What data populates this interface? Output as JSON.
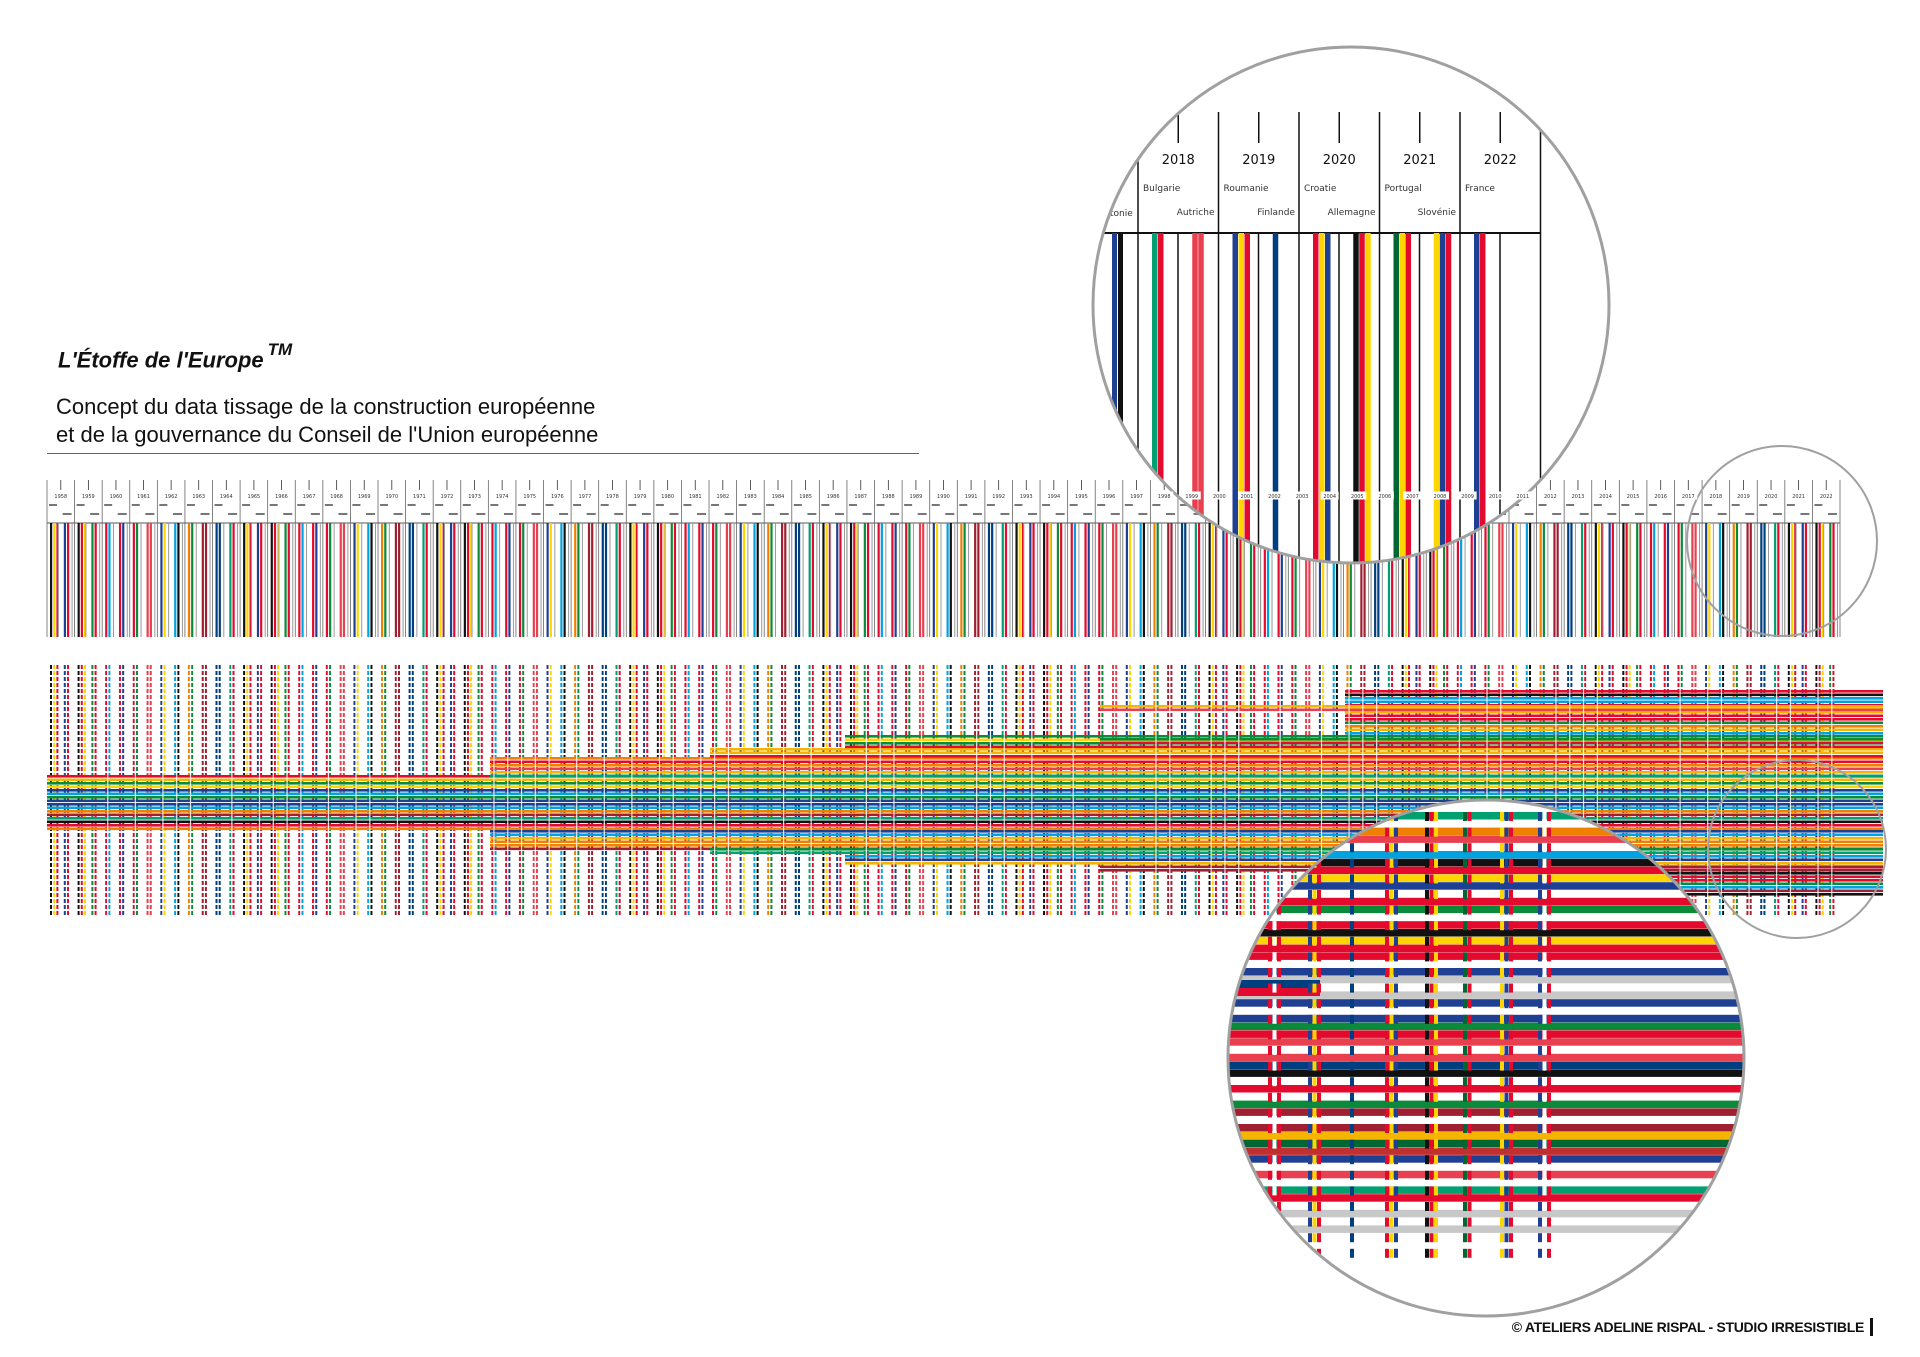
{
  "header": {
    "title": "L'Étoffe de l'Europe",
    "trademark": "TM",
    "subtitle_line1": "Concept du data tissage de la construction européenne",
    "subtitle_line2": "et de la gouvernance du Conseil de l'Union européenne"
  },
  "timeline": {
    "first_year": 1958,
    "last_year": 2022
  },
  "zoom_detail": {
    "partial_label": "tonie",
    "columns": [
      {
        "year": "2018",
        "first": "Bulgarie",
        "second": "Autriche"
      },
      {
        "year": "2019",
        "first": "Roumanie",
        "second": "Finlande"
      },
      {
        "year": "2020",
        "first": "Croatie",
        "second": "Allemagne"
      },
      {
        "year": "2021",
        "first": "Portugal",
        "second": "Slovénie"
      },
      {
        "year": "2022",
        "first": "France",
        "second": ""
      }
    ]
  },
  "colors": {
    "black": "#111111",
    "yellow": "#ffd500",
    "red": "#e30a2d",
    "blue": "#1f3f93",
    "green": "#0a8a3a",
    "lightblue": "#00a3e0",
    "orange": "#f08000",
    "pink": "#e8404f",
    "darkred": "#9f2030",
    "teal": "#00a070",
    "navy": "#003f7f",
    "grey": "#c8c8c8",
    "darkgreen": "#006633",
    "gold": "#f5b400",
    "circle": "#a0a0a0"
  },
  "footer": {
    "credit": "© ATELIERS ADELINE RISPAL - STUDIO IRRESISTIBLE"
  }
}
